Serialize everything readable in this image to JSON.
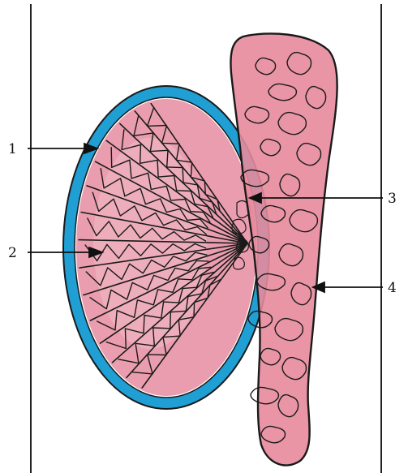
{
  "labels": [
    {
      "id": "1",
      "text": "1"
    },
    {
      "id": "2",
      "text": "2"
    },
    {
      "id": "3",
      "text": "3"
    },
    {
      "id": "4",
      "text": "4"
    }
  ],
  "colors": {
    "tunica_albuginea": "#1f9fd3",
    "tissue_fill": "#e58ca0",
    "tissue_fill_light": "#f2c2cc",
    "ink": "#1a1a1a",
    "frame": "#222222"
  }
}
